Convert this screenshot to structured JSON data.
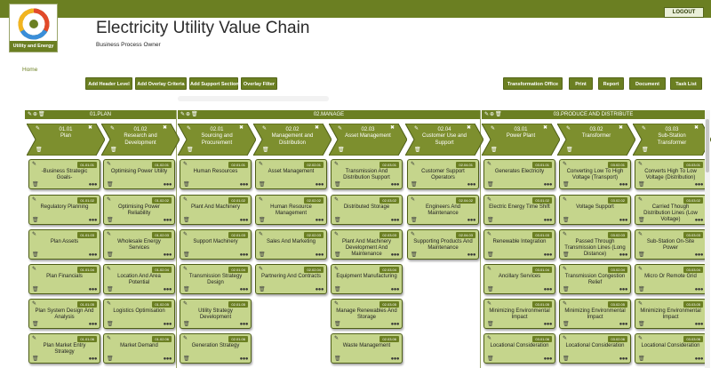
{
  "app": {
    "title": "Electricity Utility Value Chain",
    "subtitle": "Business Process Owner",
    "logo_text": "Utility and Energy",
    "logout": "LOGOUT",
    "home": "Home"
  },
  "toolbar_left": [
    "Add Header Level",
    "Add Overlay Criteria",
    "Add Support Section",
    "Overlay Filter"
  ],
  "toolbar_right": [
    "Transformation Office",
    "Print",
    "Report",
    "Document",
    "Task List"
  ],
  "sections": [
    {
      "title": "01.PLAN",
      "columns": [
        {
          "code": "01.01",
          "name": "Plan",
          "cards": [
            {
              "code": "01.01.01",
              "label": "-Business Strategic Goals-"
            },
            {
              "code": "01.01.02",
              "label": "Regulatory Planning"
            },
            {
              "code": "01.01.03",
              "label": "Plan Assets"
            },
            {
              "code": "01.01.04",
              "label": "Plan Financials"
            },
            {
              "code": "01.01.05",
              "label": "Plan System Design And Analysis"
            },
            {
              "code": "01.01.06",
              "label": "Plan Market Entry Strategy"
            }
          ]
        },
        {
          "code": "01.02",
          "name": "Research and Development",
          "cards": [
            {
              "code": "01.02.01",
              "label": "Optimising Power Utility"
            },
            {
              "code": "01.02.02",
              "label": "Optimising Power Reliability"
            },
            {
              "code": "01.02.03",
              "label": "Wholesale Energy Services"
            },
            {
              "code": "01.02.04",
              "label": "Location And Area Potential"
            },
            {
              "code": "01.02.05",
              "label": "Logistics Optimisation"
            },
            {
              "code": "01.02.06",
              "label": "Market Demand"
            }
          ]
        }
      ]
    },
    {
      "title": "02.MANAGE",
      "columns": [
        {
          "code": "02.01",
          "name": "Sourcing and Procurement",
          "cards": [
            {
              "code": "02.01.01",
              "label": "Human Resources"
            },
            {
              "code": "02.01.02",
              "label": "Plant And Machinery"
            },
            {
              "code": "02.01.03",
              "label": "Support Machinery"
            },
            {
              "code": "02.01.04",
              "label": "Transmission Strategy Design"
            },
            {
              "code": "02.01.05",
              "label": "Utility Strategy Development"
            },
            {
              "code": "02.01.06",
              "label": "Generation Strategy"
            }
          ]
        },
        {
          "code": "02.02",
          "name": "Management and Distribution",
          "cards": [
            {
              "code": "02.02.01",
              "label": "Asset Management"
            },
            {
              "code": "02.02.02",
              "label": "Human Resource Management"
            },
            {
              "code": "02.02.03",
              "label": "Sales And Marketing"
            },
            {
              "code": "02.02.04",
              "label": "Partnering And Contracts"
            }
          ]
        },
        {
          "code": "02.03",
          "name": "Asset Management",
          "cards": [
            {
              "code": "02.03.01",
              "label": "Transmission And Distribution Support"
            },
            {
              "code": "02.03.02",
              "label": "Distributed Storage"
            },
            {
              "code": "02.03.03",
              "label": "Plant And Machinery Development And Maintenance"
            },
            {
              "code": "02.03.04",
              "label": "Equipment Manufacturing"
            },
            {
              "code": "02.03.05",
              "label": "Manage Renewables And Storage"
            },
            {
              "code": "02.03.06",
              "label": "Waste Management"
            }
          ]
        },
        {
          "code": "02.04",
          "name": "Customer Use and Support",
          "cards": [
            {
              "code": "02.04.01",
              "label": "Customer Support Operators"
            },
            {
              "code": "02.04.02",
              "label": "Engineers And Maintenance"
            },
            {
              "code": "02.04.03",
              "label": "Supporting Products And Maintenance"
            }
          ]
        }
      ]
    },
    {
      "title": "03.PRODUCE AND DISTRIBUTE",
      "columns": [
        {
          "code": "03.01",
          "name": "Power Plant",
          "cards": [
            {
              "code": "03.01.01",
              "label": "Generates Electricity"
            },
            {
              "code": "03.01.02",
              "label": "Electric Energy Time Shift"
            },
            {
              "code": "03.01.03",
              "label": "Renewable Integration"
            },
            {
              "code": "03.01.04",
              "label": "Ancillary Services"
            },
            {
              "code": "03.01.05",
              "label": "Minimizing Environmental Impact"
            },
            {
              "code": "03.01.06",
              "label": "Locational Consideration"
            }
          ]
        },
        {
          "code": "03.02",
          "name": "Transformer",
          "cards": [
            {
              "code": "03.02.01",
              "label": "Converting Low To High Voltage (Transport)"
            },
            {
              "code": "03.02.02",
              "label": "Voltage Support"
            },
            {
              "code": "03.02.03",
              "label": "Passed Through Transmission Lines (Long Distance)"
            },
            {
              "code": "03.02.04",
              "label": "Transmission Congestion Relief"
            },
            {
              "code": "03.02.05",
              "label": "Minimizing Environmental Impact"
            },
            {
              "code": "03.02.06",
              "label": "Locational Consideration"
            }
          ]
        },
        {
          "code": "03.03",
          "name": "Sub-Station Transformer",
          "cards": [
            {
              "code": "03.03.01",
              "label": "Converts High To Low Voltage (Distribution)"
            },
            {
              "code": "03.03.02",
              "label": "Carried Though Distribution Lines (Low Voltage)"
            },
            {
              "code": "03.03.03",
              "label": "Sub-Station On-Site Power"
            },
            {
              "code": "03.03.04",
              "label": "Micro Or Remote Grid"
            },
            {
              "code": "03.03.05",
              "label": "Minimizing Environmental Impact"
            },
            {
              "code": "03.03.06",
              "label": "Locational Consideration"
            }
          ]
        }
      ]
    }
  ],
  "colors": {
    "header": "#6b7f22",
    "card": "#c5d58c",
    "chevron": "#7d8f2e"
  }
}
